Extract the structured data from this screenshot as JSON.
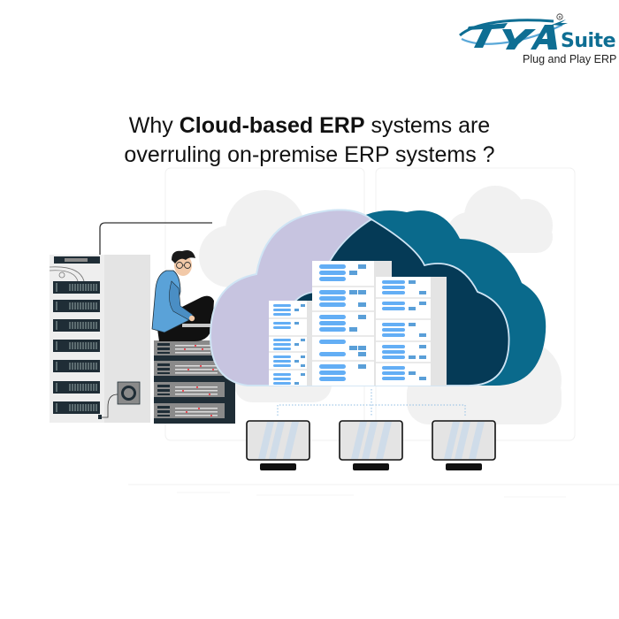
{
  "brand": {
    "logo_text": "TYA",
    "logo_suffix": "Suite",
    "registered_mark": "®",
    "tagline": "Plug and Play ERP",
    "primary_color": "#0e6e93"
  },
  "headline": {
    "prefix": "Why ",
    "bold": "Cloud-based ERP",
    "suffix": " systems are",
    "line2": "overruling on-premise ERP systems ?"
  },
  "illustration": {
    "description": "Person sitting on on-premise server stack beside a large cloud containing server racks connected to three computer monitors",
    "colors": {
      "cloud_lavender": "#c7c4e0",
      "cloud_navy": "#053a56",
      "cloud_teal": "#0a6a8c",
      "server_blue": "#63aef5",
      "rack_dark": "#1f2d36",
      "rack_gray": "#8a8a8a",
      "hoodie_blue": "#5aa2d8",
      "bg_cloud": "#f1f1f1"
    },
    "monitors": 3
  }
}
